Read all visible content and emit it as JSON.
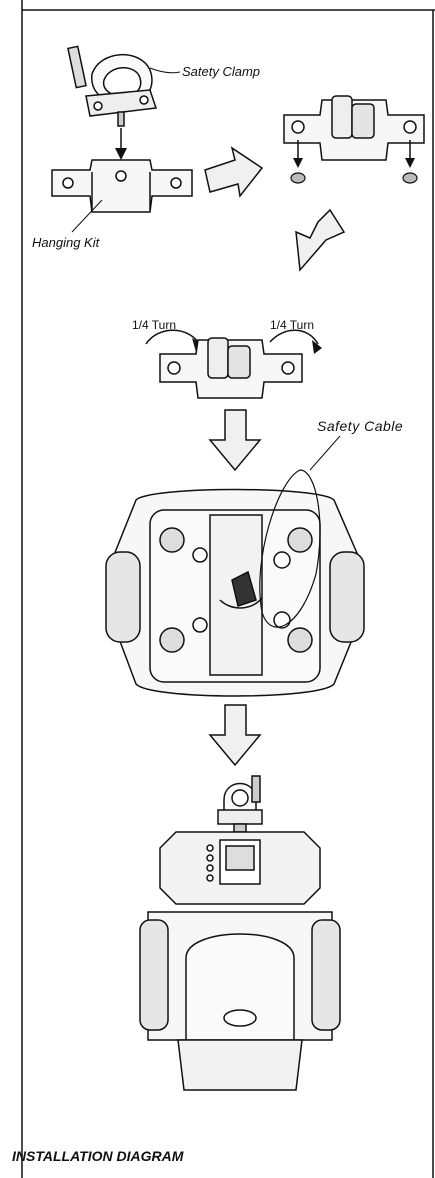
{
  "labels": {
    "safety_clamp": "Satety Clamp",
    "hanging_kit": "Hanging Kit",
    "turn_left": "1/4 Turn",
    "turn_right": "1/4 Turn",
    "safety_cable": "Safety  Cable",
    "caption": "INSTALLATION DIAGRAM"
  },
  "colors": {
    "line": "#111111",
    "arrow_fill": "#f0f0f0",
    "body_fill": "#f7f7f7",
    "dark": "#333333"
  },
  "icons": [
    "safety-clamp-icon",
    "hanging-kit-bracket-icon",
    "quick-lock-bolt-icon",
    "rotation-arrow-icon",
    "process-arrow-icon",
    "moving-head-fixture-icon"
  ]
}
